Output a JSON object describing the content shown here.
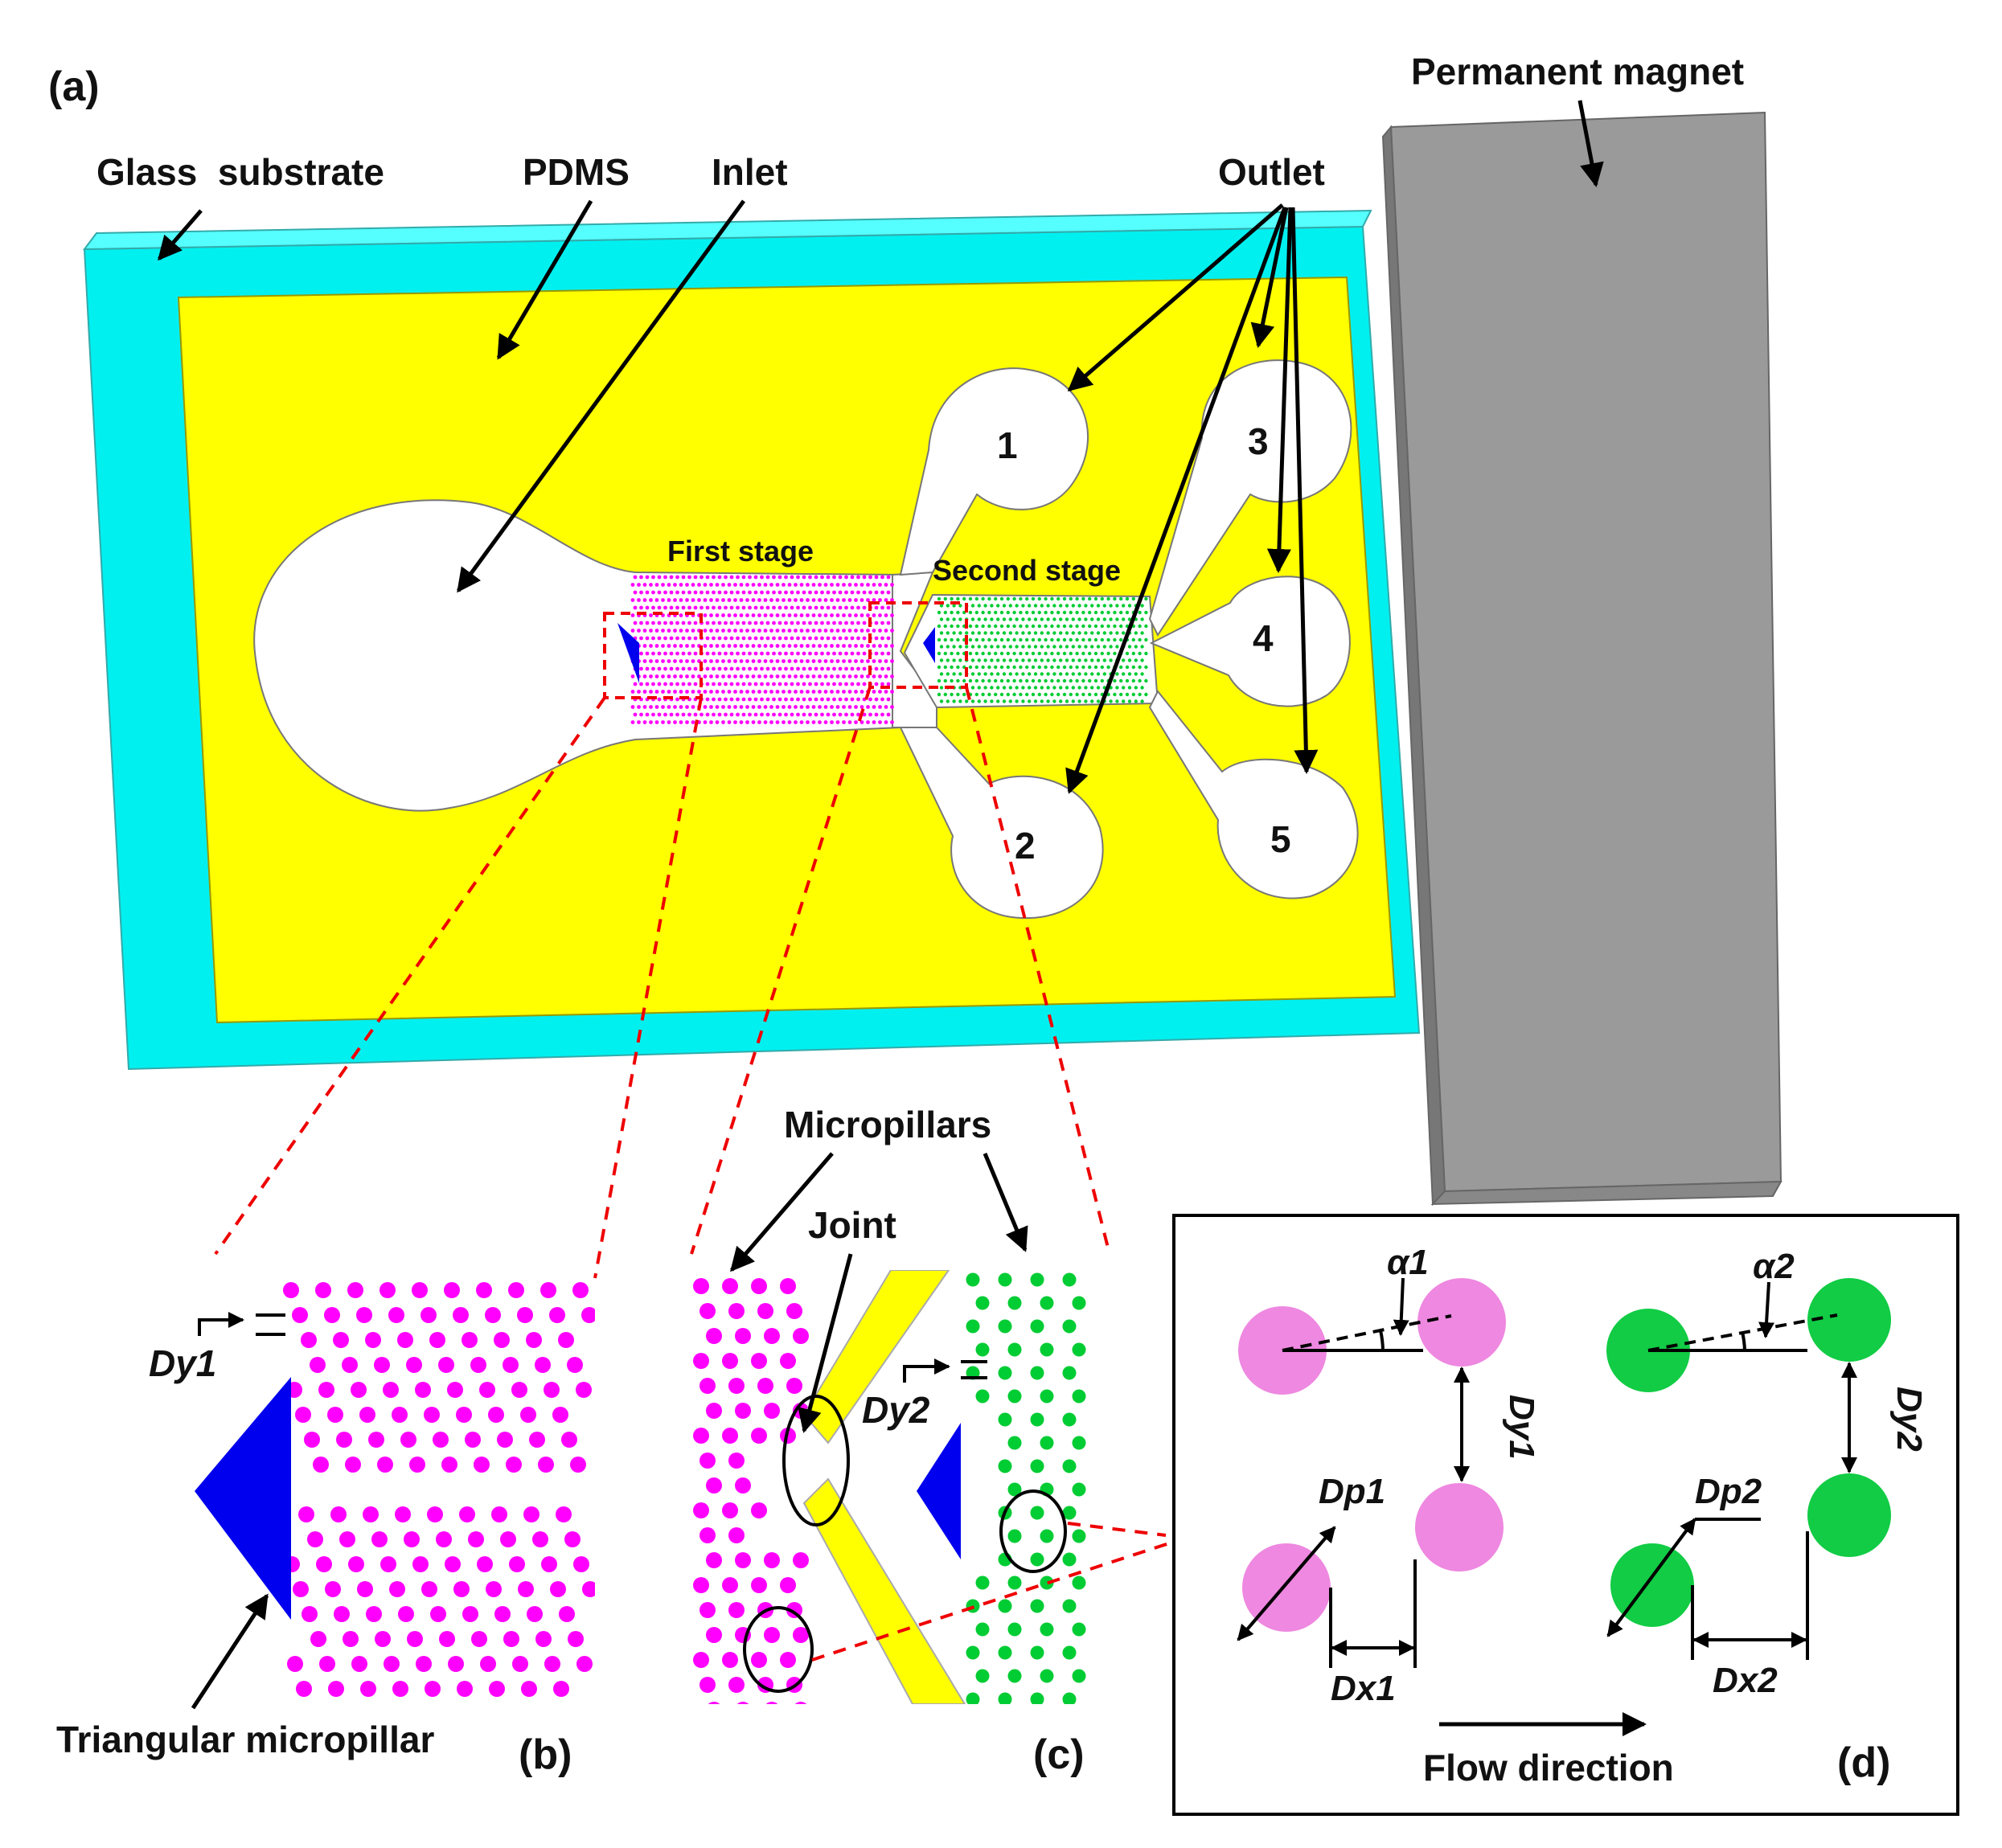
{
  "panels": {
    "a": "(a)",
    "b": "(b)",
    "c": "(c)",
    "d": "(d)"
  },
  "labels": {
    "glass_substrate": "Glass  substrate",
    "pdms": "PDMS",
    "inlet": "Inlet",
    "outlet": "Outlet",
    "permanent_magnet": "Permanent magnet",
    "first_stage": "First stage",
    "second_stage": "Second stage",
    "outlet_1": "1",
    "outlet_2": "2",
    "outlet_3": "3",
    "outlet_4": "4",
    "outlet_5": "5",
    "micropillars": "Micropillars",
    "joint": "Joint",
    "triangular_micropillar": "Triangular micropillar",
    "flow_direction": "Flow direction",
    "dy1": "Dy1",
    "dy2": "Dy2",
    "dp1": "Dp1",
    "dp2": "Dp2",
    "dx1": "Dx1",
    "dx2": "Dx2",
    "alpha1": "α1",
    "alpha2": "α2"
  },
  "colors": {
    "glass": "#00F0F0",
    "pdms": "#FFFF00",
    "magnet": "#9A9A9A",
    "pillar_stage1": "#FF00FF",
    "pillar_stage2": "#00CC33",
    "pillar_stage1_light": "#EE88E0",
    "pillar_stage2_detail": "#11CC44",
    "triangle": "#0000EE",
    "zoom_box": "#EE0000"
  }
}
